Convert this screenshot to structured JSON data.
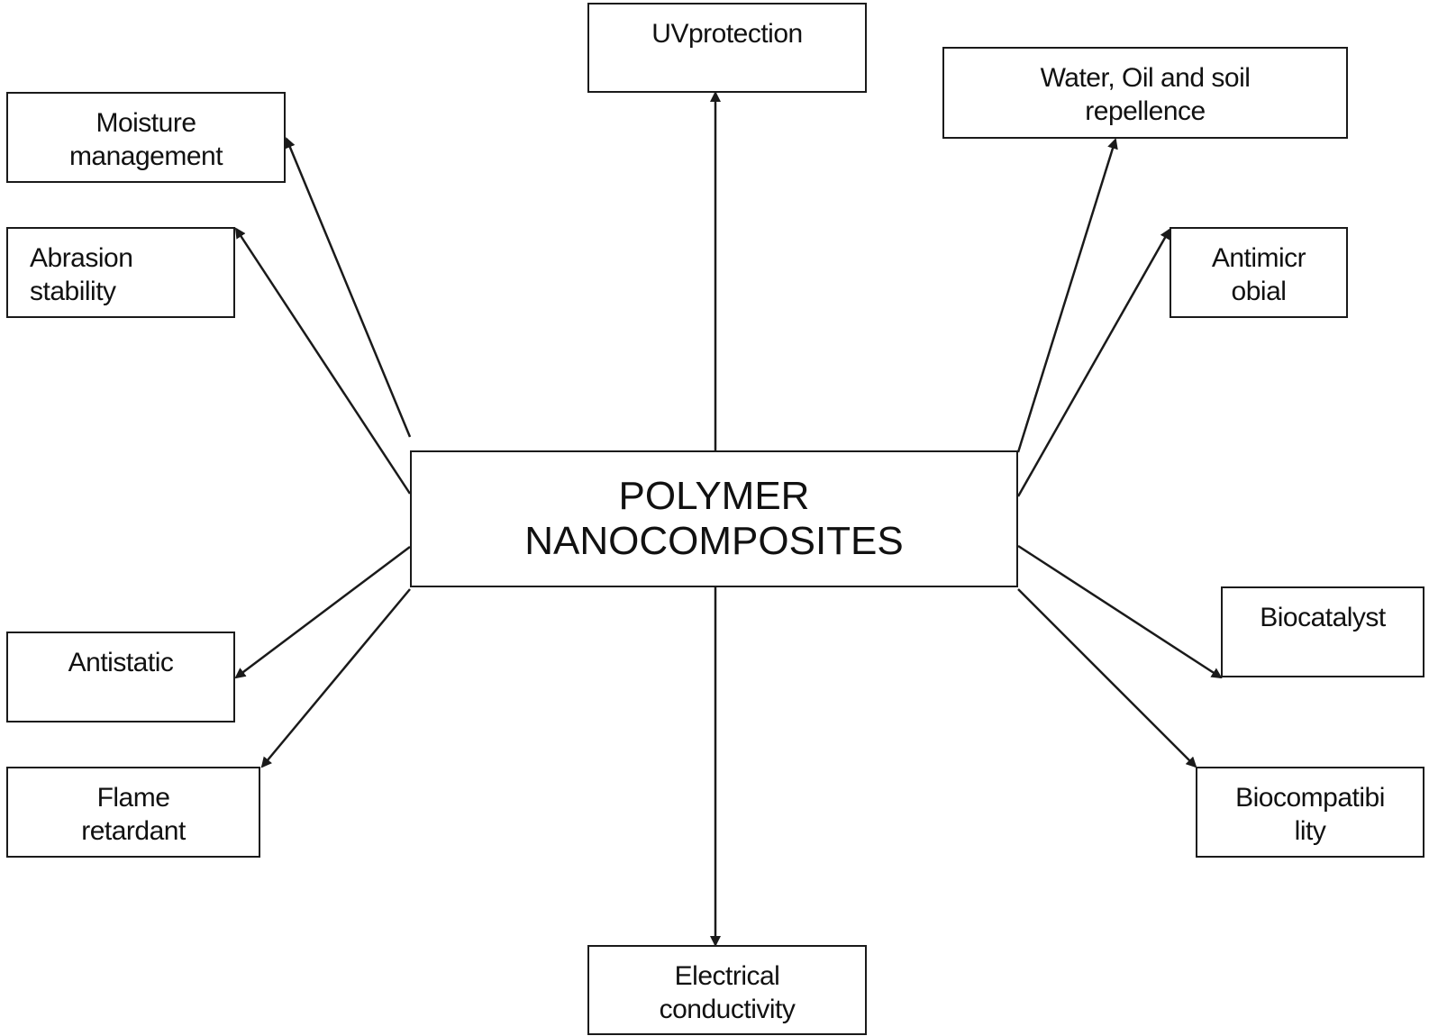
{
  "center": {
    "line1": "POLYMER",
    "line2": "NANOCOMPOSITES"
  },
  "nodes": {
    "uv_protection": "UVprotection",
    "moisture_management": "Moisture\nmanagement",
    "abrasion_stability": "Abrasion\nstability",
    "antistatic": "Antistatic",
    "flame_retardant": "Flame\nretardant",
    "electrical_conductivity": "Electrical\nconductivity",
    "water_oil_soil_repellence": "Water, Oil and soil\nrepellence",
    "antimicrobial": "Antimicr\nobial",
    "biocatalyst": "Biocatalyst",
    "biocompatibility": "Biocompatibi\nlity"
  },
  "colors": {
    "line": "#1a1a1a",
    "background": "#ffffff"
  }
}
